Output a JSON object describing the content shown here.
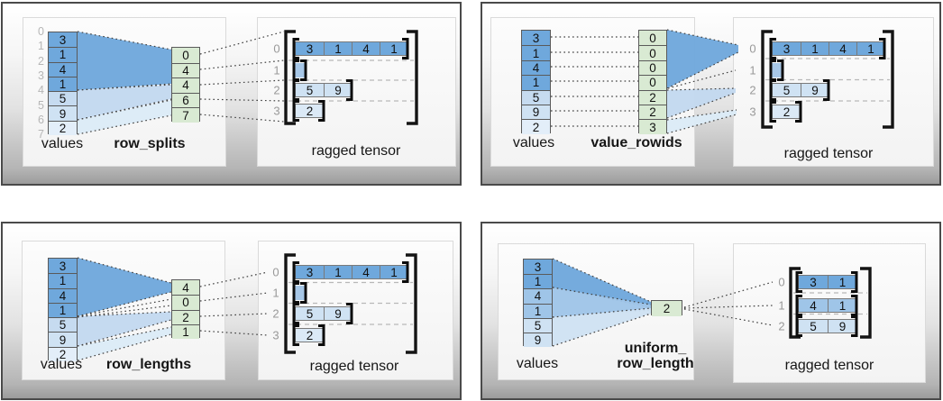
{
  "palette": {
    "dark_blue": "#6fa8dc",
    "medium_blue": "#9fc5e8",
    "light_blue": "#cfe2f3",
    "pale_blue": "#c6dbf0",
    "paler_blue": "#e3eef9",
    "row_single_blue": "#dbe9f6",
    "empty_cell_blue": "#a7c7e7",
    "green": "#d9ead3",
    "funnel_mid": "#c3d9ef",
    "funnel_light": "#dcebf7"
  },
  "quadrants": [
    {
      "method": "row_splits",
      "values_label": "values",
      "connector_label": "row_splits",
      "tensor_label": "ragged tensor",
      "values": [
        "3",
        "1",
        "4",
        "1",
        "5",
        "9",
        "2"
      ],
      "values_colors": [
        "dark_blue",
        "dark_blue",
        "dark_blue",
        "dark_blue",
        "pale_blue",
        "light_blue",
        "paler_blue"
      ],
      "offset_indices": [
        "0",
        "1",
        "2",
        "3",
        "4",
        "5",
        "6",
        "7"
      ],
      "connector_cells": [
        "0",
        "4",
        "4",
        "6",
        "7"
      ],
      "funnel_colors": [
        "dark_blue",
        "funnel_mid",
        "funnel_light"
      ],
      "tensor_rows": [
        {
          "index": "0",
          "cells": [
            "3",
            "1",
            "4",
            "1"
          ],
          "cell_colors": [
            "dark_blue",
            "dark_blue",
            "dark_blue",
            "dark_blue"
          ]
        },
        {
          "index": "1",
          "cells": [],
          "cell_colors": [],
          "empty": true
        },
        {
          "index": "2",
          "cells": [
            "5",
            "9"
          ],
          "cell_colors": [
            "light_blue",
            "light_blue"
          ]
        },
        {
          "index": "3",
          "cells": [
            "2"
          ],
          "cell_colors": [
            "row_single_blue"
          ]
        }
      ]
    },
    {
      "method": "value_rowids",
      "values_label": "values",
      "connector_label": "value_rowids",
      "tensor_label": "ragged tensor",
      "values": [
        "3",
        "1",
        "4",
        "1",
        "5",
        "9",
        "2"
      ],
      "values_colors": [
        "dark_blue",
        "dark_blue",
        "dark_blue",
        "dark_blue",
        "pale_blue",
        "light_blue",
        "paler_blue"
      ],
      "connector_cells": [
        "0",
        "0",
        "0",
        "0",
        "2",
        "2",
        "3"
      ],
      "funnel_colors": [
        "dark_blue",
        "funnel_mid",
        "funnel_light"
      ],
      "tensor_rows": [
        {
          "index": "0",
          "cells": [
            "3",
            "1",
            "4",
            "1"
          ],
          "cell_colors": [
            "dark_blue",
            "dark_blue",
            "dark_blue",
            "dark_blue"
          ]
        },
        {
          "index": "1",
          "cells": [],
          "cell_colors": [],
          "empty": true
        },
        {
          "index": "2",
          "cells": [
            "5",
            "9"
          ],
          "cell_colors": [
            "light_blue",
            "light_blue"
          ]
        },
        {
          "index": "3",
          "cells": [
            "2"
          ],
          "cell_colors": [
            "row_single_blue"
          ]
        }
      ]
    },
    {
      "method": "row_lengths",
      "values_label": "values",
      "connector_label": "row_lengths",
      "tensor_label": "ragged tensor",
      "values": [
        "3",
        "1",
        "4",
        "1",
        "5",
        "9",
        "2"
      ],
      "values_colors": [
        "dark_blue",
        "dark_blue",
        "dark_blue",
        "dark_blue",
        "pale_blue",
        "light_blue",
        "paler_blue"
      ],
      "connector_cells": [
        "4",
        "0",
        "2",
        "1"
      ],
      "funnel_colors": [
        "dark_blue",
        "funnel_mid",
        "funnel_light"
      ],
      "tensor_rows": [
        {
          "index": "0",
          "cells": [
            "3",
            "1",
            "4",
            "1"
          ],
          "cell_colors": [
            "dark_blue",
            "dark_blue",
            "dark_blue",
            "dark_blue"
          ]
        },
        {
          "index": "1",
          "cells": [],
          "cell_colors": [],
          "empty": true
        },
        {
          "index": "2",
          "cells": [
            "5",
            "9"
          ],
          "cell_colors": [
            "light_blue",
            "light_blue"
          ]
        },
        {
          "index": "3",
          "cells": [
            "2"
          ],
          "cell_colors": [
            "row_single_blue"
          ]
        }
      ]
    },
    {
      "method": "uniform_row_length",
      "values_label": "values",
      "connector_label_lines": [
        "uniform_",
        "row_length"
      ],
      "tensor_label": "ragged tensor",
      "values": [
        "3",
        "1",
        "4",
        "1",
        "5",
        "9"
      ],
      "values_colors": [
        "dark_blue",
        "dark_blue",
        "medium_blue",
        "medium_blue",
        "light_blue",
        "light_blue"
      ],
      "connector_cells": [
        "2"
      ],
      "funnel_colors": [
        "dark_blue",
        "medium_blue",
        "light_blue"
      ],
      "tensor_rows": [
        {
          "index": "0",
          "cells": [
            "3",
            "1"
          ],
          "cell_colors": [
            "dark_blue",
            "dark_blue"
          ]
        },
        {
          "index": "1",
          "cells": [
            "4",
            "1"
          ],
          "cell_colors": [
            "medium_blue",
            "medium_blue"
          ]
        },
        {
          "index": "2",
          "cells": [
            "5",
            "9"
          ],
          "cell_colors": [
            "light_blue",
            "light_blue"
          ]
        }
      ]
    }
  ]
}
